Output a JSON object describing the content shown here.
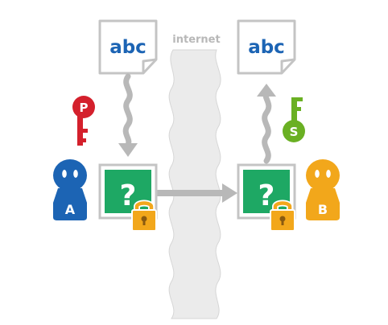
{
  "cloud_label": "internet",
  "plain_text_left": "abc",
  "plain_text_right": "abc",
  "encrypted_symbol_left": "?",
  "encrypted_symbol_right": "?",
  "person_a_label": "A",
  "person_b_label": "B",
  "public_key_label": "P",
  "secret_key_label": "S",
  "icons": {
    "public_key": "key-icon",
    "secret_key": "key-icon",
    "lock": "padlock-icon",
    "document": "document-icon",
    "person": "person-icon"
  },
  "colors": {
    "doc_text": "#1c64b4",
    "encrypted_box": "#1ea864",
    "person_a": "#1c64b4",
    "person_b": "#f2a71b",
    "public_key": "#d4202c",
    "secret_key": "#6ab023",
    "lock": "#f2a71b",
    "arrow": "#b8b8b8",
    "outline": "#c4c4c4",
    "cloud_fill": "#ebebeb"
  }
}
